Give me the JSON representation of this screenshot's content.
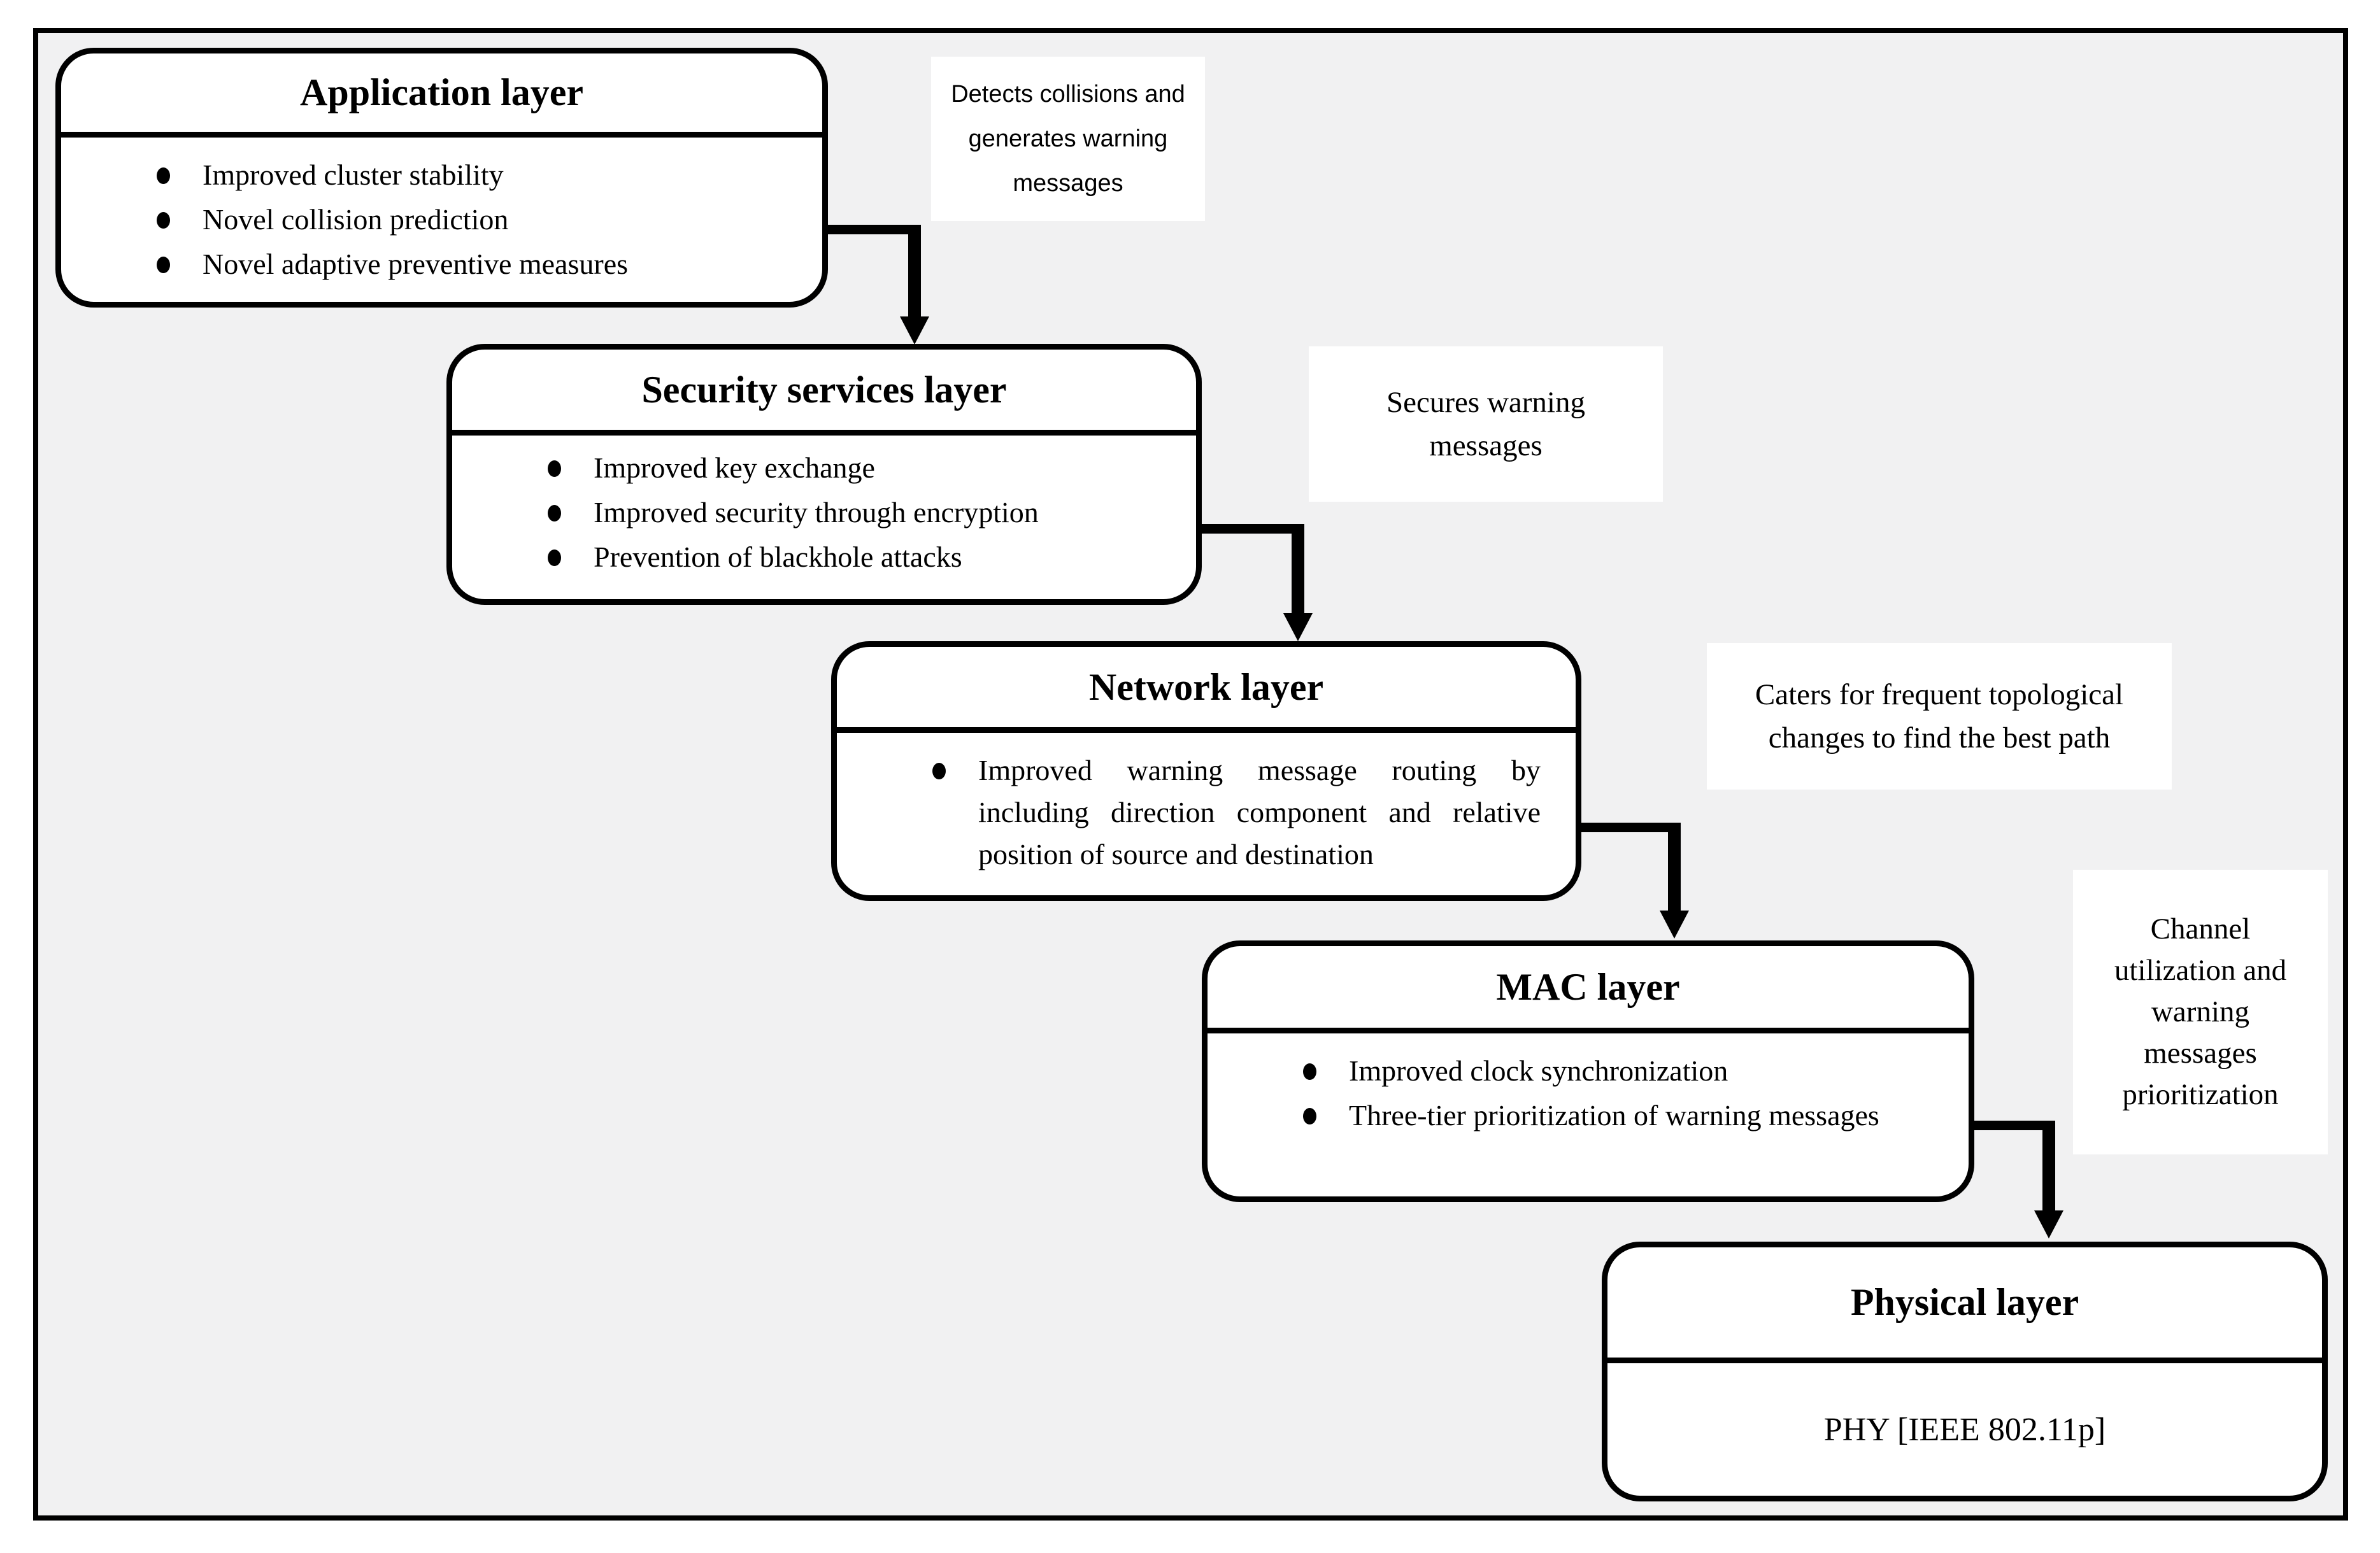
{
  "layers": [
    {
      "id": "application",
      "title": "Application layer",
      "bullets": [
        "Improved cluster stability",
        "Novel collision prediction",
        "Novel adaptive preventive measures"
      ]
    },
    {
      "id": "security",
      "title": "Security services layer",
      "bullets": [
        "Improved key exchange",
        "Improved security through encryption",
        "Prevention of blackhole attacks"
      ]
    },
    {
      "id": "network",
      "title": "Network layer",
      "bullets": [
        "Improved warning message routing by including direction component and relative position of source and destination"
      ]
    },
    {
      "id": "mac",
      "title": "MAC layer",
      "bullets": [
        "Improved clock synchronization",
        "Three-tier prioritization of warning messages"
      ]
    },
    {
      "id": "physical",
      "title": "Physical layer",
      "body_text": "PHY [IEEE 802.11p]"
    }
  ],
  "annotations": [
    {
      "id": "application-note",
      "text": "Detects collisions and\ngenerates warning\nmessages"
    },
    {
      "id": "security-note",
      "text": "Secures warning\nmessages"
    },
    {
      "id": "network-note",
      "text": "Caters for frequent topological\nchanges to find the best path"
    },
    {
      "id": "mac-note",
      "text": "Channel\nutilization and\nwarning\nmessages\nprioritization"
    }
  ],
  "colors": {
    "canvas": "#ffffff",
    "panel_background": "#f1f1f2",
    "box_fill": "#ffffff",
    "ink": "#000000"
  }
}
